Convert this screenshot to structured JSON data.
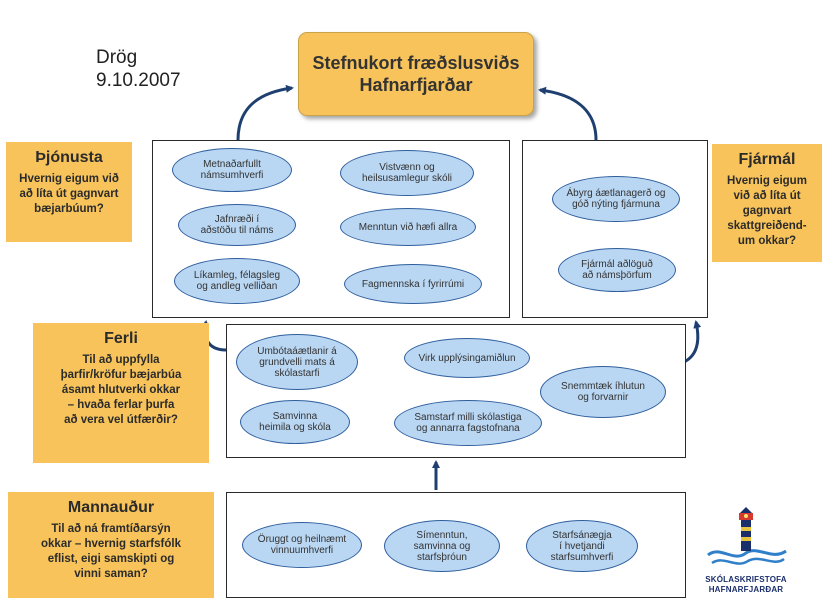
{
  "draft": {
    "label": "Drög",
    "date": "9.10.2007"
  },
  "title": "Stefnukort fræðslusviðs\nHafnarfjarðar",
  "perspectives": {
    "service": {
      "title": "Þjónusta",
      "question": "Hvernig eigum við\nað líta út gagnvart\nbæjarbúum?"
    },
    "finance": {
      "title": "Fjármál",
      "question": "Hvernig eigum\nvið að líta út\ngagnvart\nskattgreiðend-\num okkar?"
    },
    "process": {
      "title": "Ferli",
      "question": "Til að uppfylla\nþarfir/kröfur bæjarbúa\násamt hlutverki okkar\n– hvaða ferlar þurfa\nað vera vel útfærðir?"
    },
    "people": {
      "title": "Mannauður",
      "question": "Til að ná framtíðarsýn\nokkar – hvernig starfsfólk\neflist, eigi samskipti og\nvinni saman?"
    }
  },
  "goals": {
    "service": [
      "Metnaðarfullt\nnámsumhverfi",
      "Vistvænn og\nheilsusamlegur skóli",
      "Jafnræði í\naðstöðu til náms",
      "Menntun við hæfi allra",
      "Líkamleg, félagsleg\nog andleg velliðan",
      "Fagmennska í fyrirrúmi"
    ],
    "finance": [
      "Ábyrg áætlanagerð og\ngóð nýting fjármuna",
      "Fjármál aðlöguð\nað námsþörfum"
    ],
    "process": [
      "Umbótaáætlanir á\ngrundvelli mats á\nskólastarfi",
      "Virk upplýsingamiðlun",
      "Snemmtæk íhlutun\nog forvarnir",
      "Samvinna\nheimila og skóla",
      "Samstarf milli skólastiga\nog annarra fagstofnana"
    ],
    "people": [
      "Öruggt og heilnæmt\nvinnuumhverfi",
      "Símenntun,\nsamvinna og\nstarfsþróun",
      "Starfsánægja\ní hvetjandi\nstarfsumhverfi"
    ]
  },
  "logo": {
    "line1": "SKÓLASKRIFSTOFA",
    "line2": "HAFNARFJARÐAR"
  },
  "colors": {
    "perspective_fill": "#f7c35a",
    "oval_fill": "#b9d6f2",
    "oval_border": "#2f5f9e",
    "arrow": "#1f3f70"
  }
}
